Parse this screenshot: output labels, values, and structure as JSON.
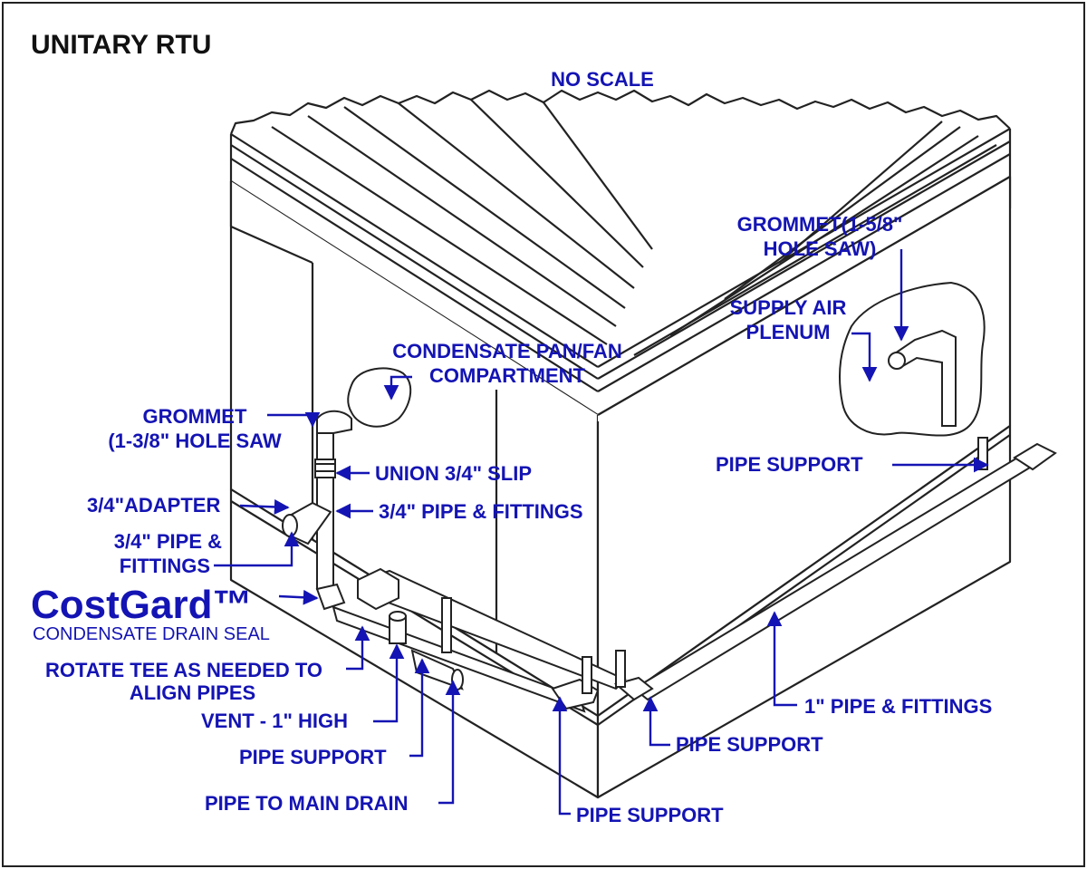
{
  "title": "UNITARY RTU",
  "scale_note": "NO SCALE",
  "brand": {
    "name": "CostGard™",
    "subtitle": "CONDENSATE DRAIN SEAL"
  },
  "labels": {
    "grommet_top_1": "GROMMET(1-5/8\"",
    "grommet_top_2": "HOLE SAW)",
    "supply_air_1": "SUPPLY AIR",
    "supply_air_2": "PLENUM",
    "condensate_pan_1": "CONDENSATE PAN/FAN",
    "condensate_pan_2": "COMPARTMENT",
    "grommet_left_1": "GROMMET",
    "grommet_left_2": "(1-3/8\" HOLE SAW",
    "union": "UNION 3/4\" SLIP",
    "adapter": "3/4\"ADAPTER",
    "pipe_fittings_mid": "3/4\" PIPE & FITTINGS",
    "pipe_fittings_left_1": "3/4\" PIPE &",
    "pipe_fittings_left_2": "FITTINGS",
    "pipe_support_right": "PIPE SUPPORT",
    "rotate_tee_1": "ROTATE TEE AS NEEDED TO",
    "rotate_tee_2": "ALIGN PIPES",
    "vent": "VENT - 1\" HIGH",
    "pipe_support_left": "PIPE SUPPORT",
    "pipe_to_main": "PIPE TO MAIN DRAIN",
    "pipe_support_bottom": "PIPE SUPPORT",
    "pipe_support_corner": "PIPE SUPPORT",
    "one_inch_pipe": "1\" PIPE & FITTINGS"
  },
  "colors": {
    "label": "#1414b4",
    "line": "#222222",
    "title": "#111111",
    "background": "#ffffff"
  }
}
